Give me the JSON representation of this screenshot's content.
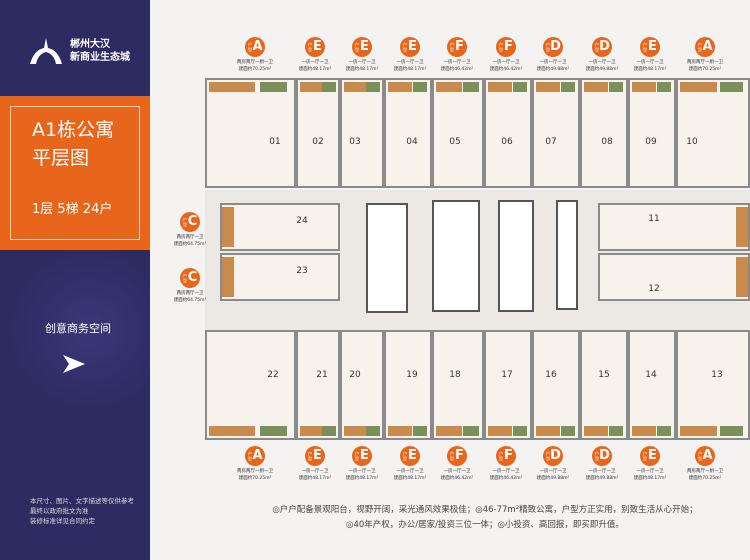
{
  "brand": {
    "line1": "郴州大汉",
    "line2": "新商业生态城"
  },
  "title": {
    "line1": "A1栋公寓",
    "line2": "平层图",
    "subtitle": "1层 5梯 24户"
  },
  "slogan": "创意商务空间",
  "disclaimer": [
    "本尺寸、图片、文字描述等仅供参考",
    "最终以政府批文为准",
    "装修标准详见合同约定"
  ],
  "badge_label": "户型",
  "top_row": [
    {
      "num": "01",
      "type": "A",
      "desc": "两房两厅一厨一卫",
      "area": "建面约70.25m²"
    },
    {
      "num": "02",
      "type": "E",
      "desc": "一房一厅一卫",
      "area": "建面约48.17m²"
    },
    {
      "num": "03",
      "type": "E",
      "desc": "一房一厅一卫",
      "area": "建面约48.17m²"
    },
    {
      "num": "04",
      "type": "E",
      "desc": "一房一厅一卫",
      "area": "建面约48.17m²"
    },
    {
      "num": "05",
      "type": "F",
      "desc": "一房一厅一卫",
      "area": "建面约46.42m²"
    },
    {
      "num": "06",
      "type": "F",
      "desc": "一房一厅一卫",
      "area": "建面约46.42m²"
    },
    {
      "num": "07",
      "type": "D",
      "desc": "一房一厅一卫",
      "area": "建面约49.88m²"
    },
    {
      "num": "08",
      "type": "D",
      "desc": "一房一厅一卫",
      "area": "建面约49.88m²"
    },
    {
      "num": "09",
      "type": "E",
      "desc": "一房一厅一卫",
      "area": "建面约48.17m²"
    },
    {
      "num": "10",
      "type": "A",
      "desc": "两房两厅一厨一卫",
      "area": "建面约70.25m²"
    }
  ],
  "bottom_row": [
    {
      "num": "22",
      "type": "A",
      "desc": "两房两厅一厨一卫",
      "area": "建面约70.25m²"
    },
    {
      "num": "21",
      "type": "E",
      "desc": "一房一厅一卫",
      "area": "建面约48.17m²"
    },
    {
      "num": "20",
      "type": "E",
      "desc": "一房一厅一卫",
      "area": "建面约48.17m²"
    },
    {
      "num": "19",
      "type": "E",
      "desc": "一房一厅一卫",
      "area": "建面约48.17m²"
    },
    {
      "num": "18",
      "type": "F",
      "desc": "一房一厅一卫",
      "area": "建面约46.42m²"
    },
    {
      "num": "17",
      "type": "F",
      "desc": "一房一厅一卫",
      "area": "建面约46.42m²"
    },
    {
      "num": "16",
      "type": "D",
      "desc": "一房一厅一卫",
      "area": "建面约49.88m²"
    },
    {
      "num": "15",
      "type": "D",
      "desc": "一房一厅一卫",
      "area": "建面约49.88m²"
    },
    {
      "num": "14",
      "type": "E",
      "desc": "一房一厅一卫",
      "area": "建面约48.17m²"
    },
    {
      "num": "13",
      "type": "A",
      "desc": "两房两厅一厨一卫",
      "area": "建面约70.25m²"
    }
  ],
  "left_units": [
    {
      "num": "24",
      "type": "C",
      "desc": "两房两厅一卫",
      "area": "建面约64.75m²"
    },
    {
      "num": "23",
      "type": "C",
      "desc": "两房两厅一卫",
      "area": "建面约64.75m²"
    }
  ],
  "right_units": [
    {
      "num": "11"
    },
    {
      "num": "12"
    }
  ],
  "features": {
    "line1": "◎户户配备景观阳台，视野开阔，采光通风效果极佳；◎46-77m²精致公寓，户型方正实用，别致生活从心开始；",
    "line2": "◎40年产权，办公/居家/投资三位一体；◎小投资、高回报，即买即升值。"
  },
  "colors": {
    "navy": "#2e2a62",
    "orange": "#e8661c"
  }
}
